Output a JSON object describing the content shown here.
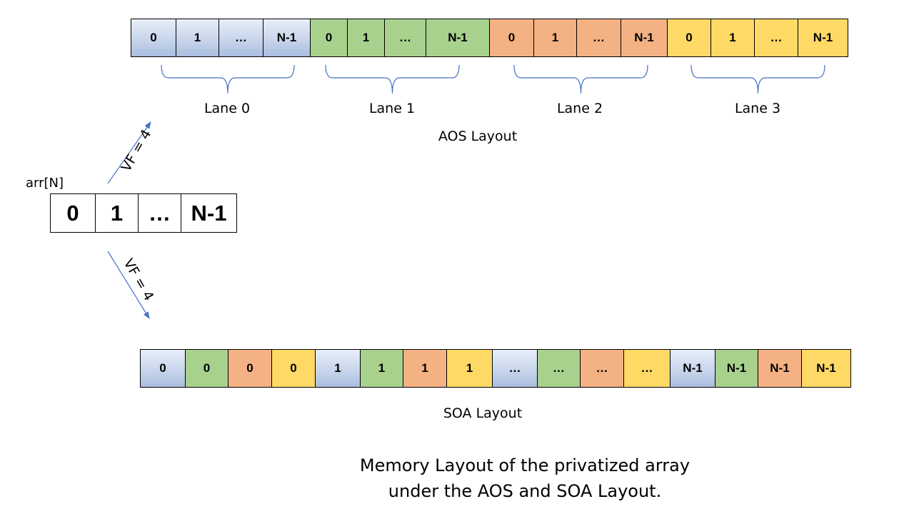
{
  "colors": {
    "blue": "#b4c7e7",
    "green": "#a9d18e",
    "orange": "#f4b183",
    "yellow": "#ffd966",
    "arrow": "#4472c4",
    "brace": "#4472c4"
  },
  "aos": {
    "cells": [
      {
        "text": "0",
        "color": "blue"
      },
      {
        "text": "1",
        "color": "blue"
      },
      {
        "text": "…",
        "color": "blue"
      },
      {
        "text": "N-1",
        "color": "blue"
      },
      {
        "text": "0",
        "color": "green"
      },
      {
        "text": "1",
        "color": "green"
      },
      {
        "text": "…",
        "color": "green"
      },
      {
        "text": "N-1",
        "color": "green"
      },
      {
        "text": "0",
        "color": "orange"
      },
      {
        "text": "1",
        "color": "orange"
      },
      {
        "text": "…",
        "color": "orange"
      },
      {
        "text": "N-1",
        "color": "orange"
      },
      {
        "text": "0",
        "color": "yellow"
      },
      {
        "text": "1",
        "color": "yellow"
      },
      {
        "text": "…",
        "color": "yellow"
      },
      {
        "text": "N-1",
        "color": "yellow"
      }
    ],
    "lanes": [
      "Lane 0",
      "Lane 1",
      "Lane 2",
      "Lane 3"
    ],
    "caption": "AOS Layout"
  },
  "soa": {
    "cells": [
      {
        "text": "0",
        "color": "blue"
      },
      {
        "text": "0",
        "color": "green"
      },
      {
        "text": "0",
        "color": "orange"
      },
      {
        "text": "0",
        "color": "yellow"
      },
      {
        "text": "1",
        "color": "blue"
      },
      {
        "text": "1",
        "color": "green"
      },
      {
        "text": "1",
        "color": "orange"
      },
      {
        "text": "1",
        "color": "yellow"
      },
      {
        "text": "…",
        "color": "blue"
      },
      {
        "text": "…",
        "color": "green"
      },
      {
        "text": "…",
        "color": "orange"
      },
      {
        "text": "…",
        "color": "yellow"
      },
      {
        "text": "N-1",
        "color": "blue"
      },
      {
        "text": "N-1",
        "color": "green"
      },
      {
        "text": "N-1",
        "color": "orange"
      },
      {
        "text": "N-1",
        "color": "yellow"
      }
    ],
    "caption": "SOA Layout"
  },
  "arr": {
    "label": "arr[N]",
    "cells": [
      "0",
      "1",
      "…",
      "N-1"
    ]
  },
  "vf_label": "VF = 4",
  "figure_caption": [
    "Memory Layout of the privatized array",
    "under the AOS and SOA Layout."
  ]
}
